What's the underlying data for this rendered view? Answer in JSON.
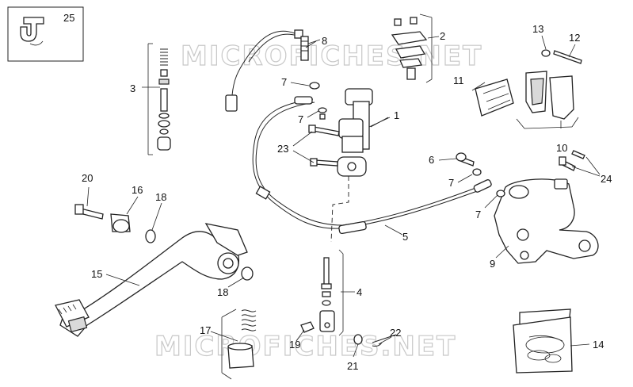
{
  "watermarks": [
    "MICROFICHES.NET",
    "MICROFICHES.NET"
  ],
  "callouts": {
    "n1": "1",
    "n2": "2",
    "n3": "3",
    "n4": "4",
    "n5": "5",
    "n6": "6",
    "n7a": "7",
    "n7b": "7",
    "n7c": "7",
    "n7d": "7",
    "n8": "8",
    "n9": "9",
    "n10": "10",
    "n11": "11",
    "n12": "12",
    "n13": "13",
    "n14": "14",
    "n15": "15",
    "n16": "16",
    "n17": "17",
    "n18a": "18",
    "n18b": "18",
    "n19": "19",
    "n20": "20",
    "n21": "21",
    "n22": "22",
    "n23": "23",
    "n24": "24",
    "n25": "25"
  }
}
